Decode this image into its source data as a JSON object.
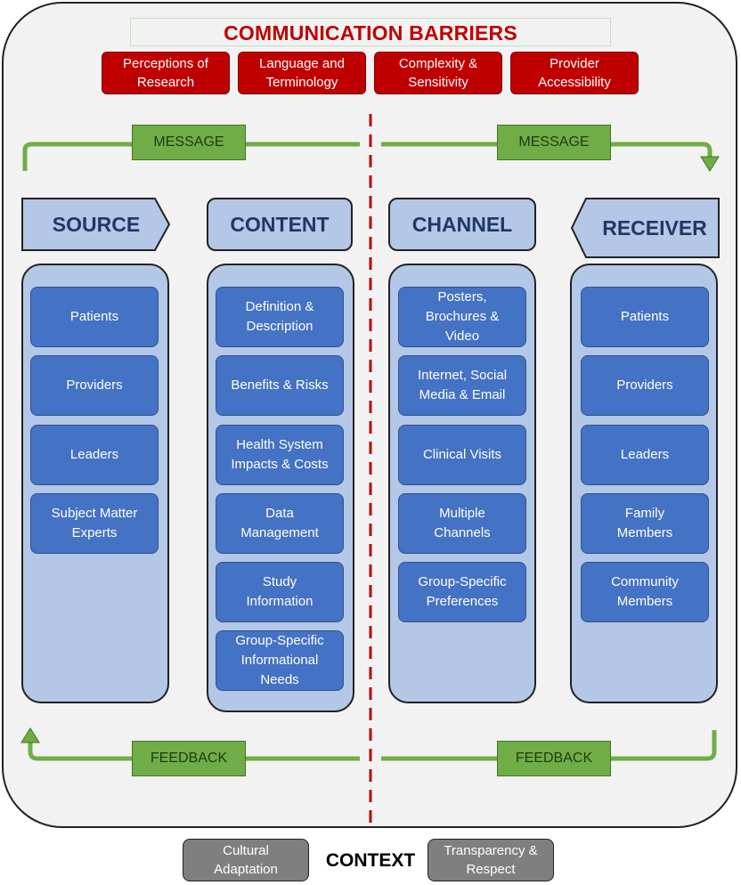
{
  "title": "COMMUNICATION BARRIERS",
  "barriers": [
    "Perceptions of\nResearch",
    "Language and\nTerminology",
    "Complexity &\nSensitivity",
    "Provider\nAccessibility"
  ],
  "flow": {
    "message_left": "MESSAGE",
    "message_right": "MESSAGE",
    "feedback_left": "FEEDBACK",
    "feedback_right": "FEEDBACK"
  },
  "columns": {
    "source": {
      "header": "SOURCE",
      "items": [
        "Patients",
        "Providers",
        "Leaders",
        "Subject Matter\nExperts"
      ]
    },
    "content": {
      "header": "CONTENT",
      "items": [
        "Definition &\nDescription",
        "Benefits & Risks",
        "Health System\nImpacts & Costs",
        "Data\nManagement",
        "Study\nInformation",
        "Group-Specific\nInformational\nNeeds"
      ]
    },
    "channel": {
      "header": "CHANNEL",
      "items": [
        "Posters,\nBrochures &\nVideo",
        "Internet, Social\nMedia & Email",
        "Clinical Visits",
        "Multiple\nChannels",
        "Group-Specific\nPreferences"
      ]
    },
    "receiver": {
      "header": "RECEIVER",
      "items": [
        "Patients",
        "Providers",
        "Leaders",
        "Family\nMembers",
        "Community\nMembers"
      ]
    }
  },
  "context": {
    "label": "CONTEXT",
    "left": "Cultural\nAdaptation",
    "right": "Transparency &\nRespect"
  },
  "colors": {
    "barrier": "#c00000",
    "green": "#70ad47",
    "header_bg": "#b4c7e7",
    "item": "#4472c4",
    "context_box": "#7f7f7f",
    "divider": "#c00000"
  }
}
